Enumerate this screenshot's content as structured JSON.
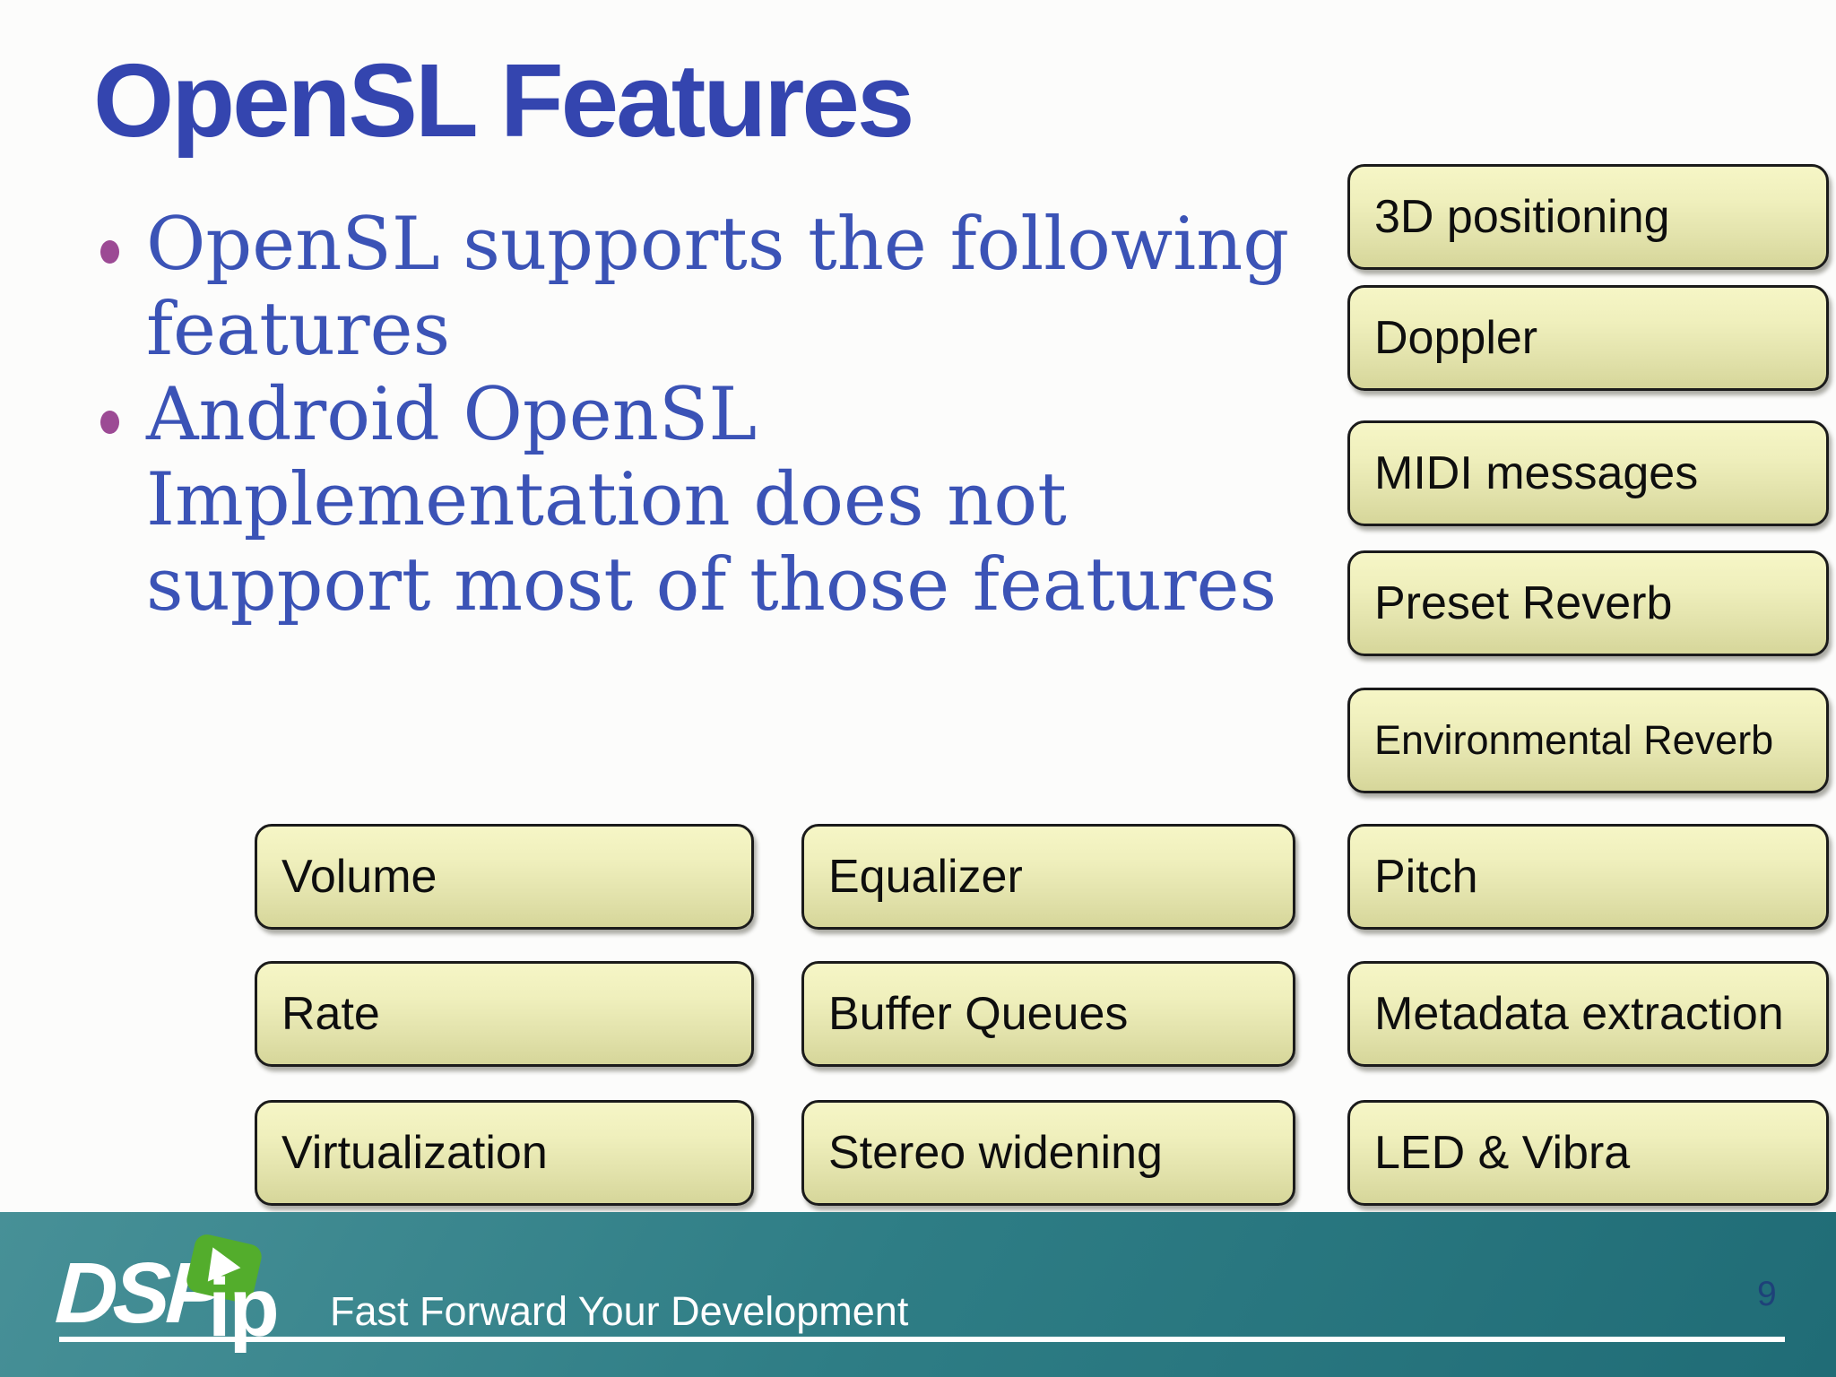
{
  "title": "OpenSL Features",
  "bullets": [
    "OpenSL supports the following features",
    "Android OpenSL Implementation does not support most of those features"
  ],
  "boxes": [
    {
      "label": "3D positioning"
    },
    {
      "label": "Doppler"
    },
    {
      "label": "MIDI messages"
    },
    {
      "label": "Preset Reverb"
    },
    {
      "label": "Environmental Reverb"
    },
    {
      "label": "Volume"
    },
    {
      "label": "Equalizer"
    },
    {
      "label": "Pitch"
    },
    {
      "label": "Rate"
    },
    {
      "label": "Buffer Queues"
    },
    {
      "label": "Metadata extraction"
    },
    {
      "label": "Virtualization"
    },
    {
      "label": "Stereo widening"
    },
    {
      "label": "LED & Vibra"
    }
  ],
  "footer": {
    "logo_text": "DSP",
    "logo_sub": "ip",
    "tagline": "Fast Forward Your Development",
    "page_number": "9"
  },
  "colors": {
    "title_blue": "#3445af",
    "body_blue": "#3b53b6",
    "bullet_purple": "#9c4a94",
    "box_fill_top": "#f6f6c6",
    "box_fill_bottom": "#d6d69a",
    "box_border": "#1b1b1b",
    "footer_teal": "#2e7d85",
    "logo_green": "#53ad2c",
    "page_number_blue": "#1e4179"
  }
}
